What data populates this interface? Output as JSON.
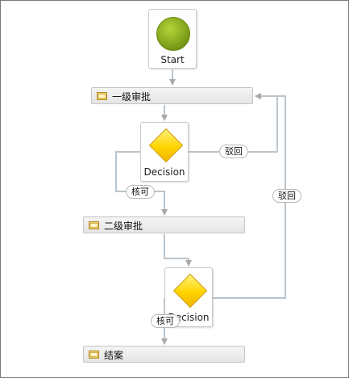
{
  "nodes": {
    "start": {
      "label": "Start"
    },
    "decision1": {
      "label": "Decision"
    },
    "decision2": {
      "label": "Decision"
    }
  },
  "activities": {
    "level1": {
      "label": "一级审批"
    },
    "level2": {
      "label": "二级审批"
    },
    "close": {
      "label": "结案"
    }
  },
  "branches": {
    "reject1": "驳回",
    "approve1": "核可",
    "reject2": "驳回",
    "approve2": "核可"
  },
  "colors": {
    "connector": "#b9c4cc",
    "start_fill": "#8db020",
    "decision_fill": "#ffd400",
    "activity_bg": "#ececec"
  },
  "icons": {
    "activity": "folder-icon",
    "arrow": "arrow-head"
  }
}
